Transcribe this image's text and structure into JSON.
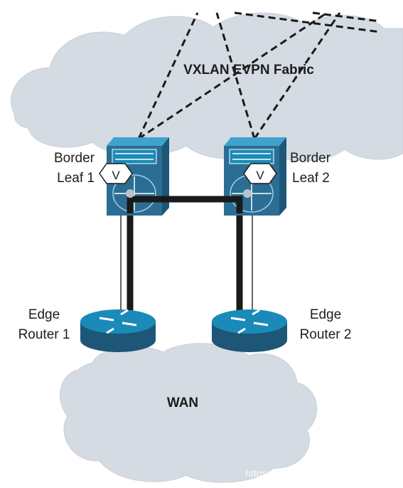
{
  "fabric": {
    "label": "VXLAN EVPN Fabric"
  },
  "wan": {
    "label": "WAN"
  },
  "border_leaf_1": {
    "line1": "Border",
    "line2": "Leaf 1",
    "vpc_symbol": "V"
  },
  "border_leaf_2": {
    "line1": "Border",
    "line2": "Leaf 2",
    "vpc_symbol": "V"
  },
  "edge_router_1": {
    "line1": "Edge",
    "line2": "Router 1"
  },
  "edge_router_2": {
    "line1": "Edge",
    "line2": "Router 2"
  },
  "watermark": "https://blog.csdn.net/qq_43691045",
  "colors": {
    "cloud": "#d5dbe3",
    "device_top": "#1a8bb8",
    "device_front": "#2c6e93",
    "link_thick": "#1a1a1a",
    "dashed": "#1a1a1a"
  },
  "icons": [
    "switch-icon",
    "router-icon",
    "vpc-v-icon",
    "cloud-icon"
  ]
}
